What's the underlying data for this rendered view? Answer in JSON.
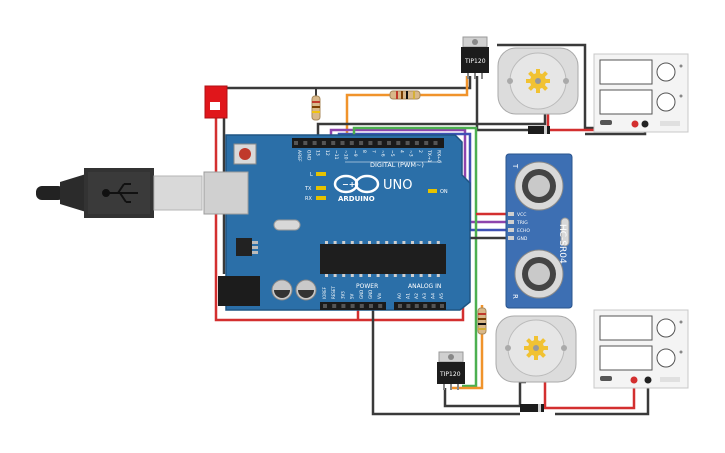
{
  "board": {
    "brand": "ARDUINO",
    "model": "UNO",
    "logo_symbol": "−+",
    "digital_header": "DIGITAL (PWM~)",
    "power_header": "POWER",
    "analog_header": "ANALOG IN",
    "on_label": "ON",
    "led_labels": [
      "L",
      "TX",
      "RX"
    ],
    "top_pins": [
      "AREF",
      "GND",
      "13",
      "12",
      "~11",
      "~10",
      "~9",
      "8",
      "7",
      "~6",
      "~5",
      "4",
      "~3",
      "2",
      "TX→1",
      "RX←0"
    ],
    "power_pins": [
      "IOREF",
      "RESET",
      "3V3",
      "5V",
      "GND",
      "GND",
      "Vin"
    ],
    "analog_pins": [
      "A0",
      "A1",
      "A2",
      "A3",
      "A4",
      "A5"
    ]
  },
  "sensor": {
    "model": "HC-SR04",
    "pins": [
      "VCC",
      "TRIG",
      "ECHO",
      "GND"
    ],
    "marks": [
      "T",
      "R"
    ]
  },
  "transistors": {
    "top_label": "TIP120",
    "bottom_label": "TIP120"
  },
  "power_supplies": {
    "top_label": "",
    "bottom_label": ""
  },
  "colors": {
    "board": "#2b6fa8",
    "sensor": "#3d6fb3",
    "wire_red": "#d32f2f",
    "wire_black": "#3a3a3a",
    "wire_orange": "#f0932b",
    "wire_green": "#4caf50",
    "wire_purple": "#8e44ad",
    "wire_blue": "#3f51b5",
    "switch_red": "#e0161b"
  }
}
